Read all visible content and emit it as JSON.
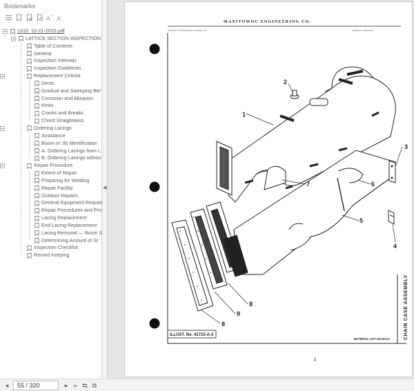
{
  "panel": {
    "title": "Bookmarks",
    "toolbar_icons": [
      "options-icon",
      "new-bookmark-icon",
      "delete-bookmark-icon",
      "find-bookmark-icon",
      "expand-text-icon",
      "shrink-text-icon"
    ]
  },
  "bookmarks": [
    {
      "level": 0,
      "label": "1316_10-21-2015.pdf",
      "expander": "-"
    },
    {
      "level": 1,
      "label": "LATTICE SECTION INSPECTION A",
      "expander": "-"
    },
    {
      "level": 2,
      "label": "Table of Contents"
    },
    {
      "level": 2,
      "label": "General"
    },
    {
      "level": 2,
      "label": "Inspection Intervals"
    },
    {
      "level": 2,
      "label": "Inspection Guidelines"
    },
    {
      "level": 2,
      "label": "Replacement Criteria",
      "expander": "-"
    },
    {
      "level": 3,
      "label": "Dents"
    },
    {
      "level": 3,
      "label": "Gradual and Sweeping Ber"
    },
    {
      "level": 3,
      "label": "Corrosion and Abrasion"
    },
    {
      "level": 3,
      "label": "Kinks"
    },
    {
      "level": 3,
      "label": "Cracks and Breaks"
    },
    {
      "level": 3,
      "label": "Chord Straightness"
    },
    {
      "level": 2,
      "label": "Ordering Lacings",
      "expander": "-"
    },
    {
      "level": 3,
      "label": "Assistance"
    },
    {
      "level": 3,
      "label": "Boom or Jib Identification"
    },
    {
      "level": 3,
      "label": "A. Ordering Lacings from L"
    },
    {
      "level": 3,
      "label": "B. Ordering Lacings withou"
    },
    {
      "level": 2,
      "label": "Repair Procedure",
      "expander": "-"
    },
    {
      "level": 3,
      "label": "Extent of Repair"
    },
    {
      "level": 3,
      "label": "Preparing for Welding"
    },
    {
      "level": 3,
      "label": "Repair Facility"
    },
    {
      "level": 3,
      "label": "Outdoor Repairs"
    },
    {
      "level": 3,
      "label": "General Equipment Require"
    },
    {
      "level": 3,
      "label": "Repair Procedures and Pro"
    },
    {
      "level": 3,
      "label": "Lacing Replacement"
    },
    {
      "level": 3,
      "label": "End Lacing Replacement"
    },
    {
      "level": 3,
      "label": "Lacing Removal — Boom S"
    },
    {
      "level": 3,
      "label": "Determining Amount of St"
    },
    {
      "level": 2,
      "label": "Inspection Checklist"
    },
    {
      "level": 2,
      "label": "Record Keeping"
    }
  ],
  "document": {
    "company": "MANITOWOC ENGINEERING CO.",
    "division_line": "A Division of The Manitowoc Company, Inc.",
    "location": "Manitowoc, Wisconsin",
    "callouts": [
      "1",
      "2",
      "3",
      "4",
      "5",
      "6",
      "7",
      "8",
      "8",
      "9"
    ],
    "side_title": "CHAIN CASE ASSEMBLY",
    "illust_no": "ILLUST. No. 41725-A-2",
    "material_note": "MATERIAL LIST ON BACK"
  },
  "statusbar": {
    "page_display": "55 / 320"
  }
}
